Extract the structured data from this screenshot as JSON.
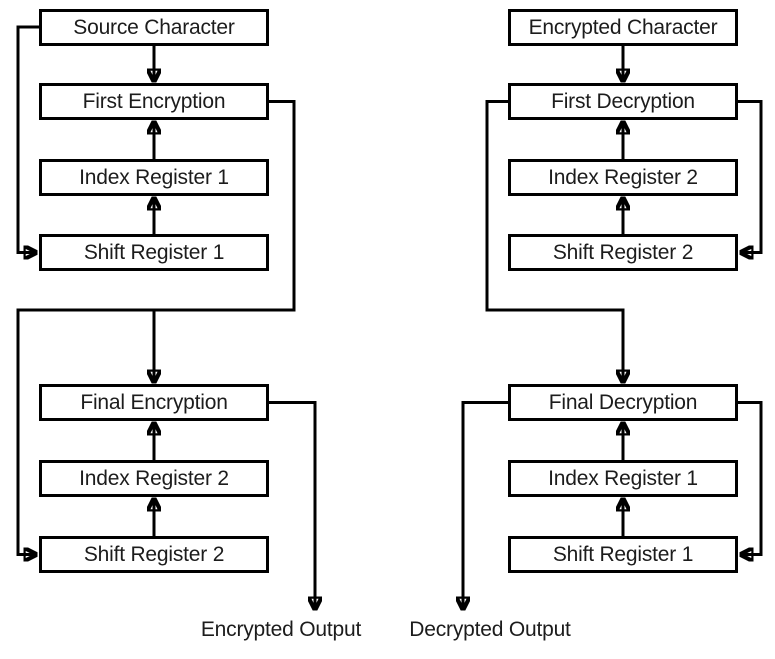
{
  "colors": {
    "line": "#000000",
    "box_fill": "#ffffff",
    "text": "#1c1c1c",
    "background": "#ffffff"
  },
  "encryption_flow": {
    "source_box": "Source Character",
    "first_box": "First Encryption",
    "index1_box": "Index Register 1",
    "shift1_box": "Shift Register 1",
    "final_box": "Final Encryption",
    "index2_box": "Index Register 2",
    "shift2_box": "Shift Register 2",
    "output_label": "Encrypted Output"
  },
  "decryption_flow": {
    "source_box": "Encrypted Character",
    "first_box": "First Decryption",
    "index2_box": "Index Register 2",
    "shift2_box": "Shift Register 2",
    "final_box": "Final Decryption",
    "index1_box": "Index Register 1",
    "shift1_box": "Shift Register 1",
    "output_label": "Decrypted Output"
  }
}
